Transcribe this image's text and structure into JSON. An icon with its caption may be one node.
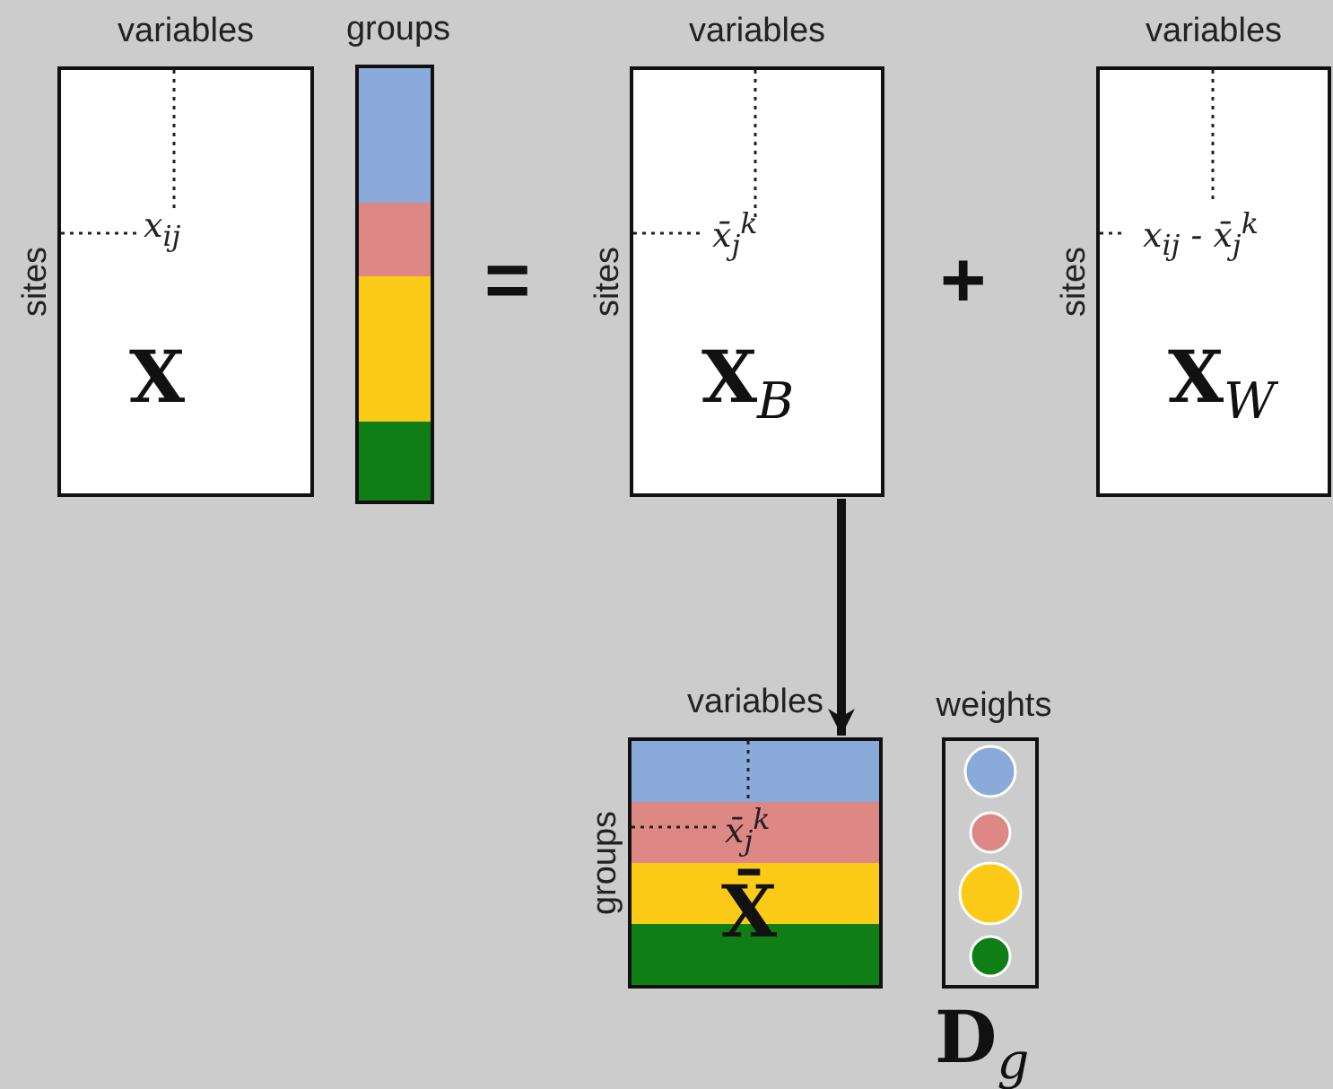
{
  "diagram": {
    "nodes": [
      {
        "text": [
          "variables",
          "sites",
          "x$_{ij}$",
          "X"
        ]
      },
      {
        "text": [
          "groups"
        ]
      },
      {
        "text": [
          "variables",
          "sites",
          "x̄$_{j}$$^{k}$",
          "X$_{B}$"
        ]
      },
      {
        "text": [
          "variables",
          "sites",
          "x$_{ij}$ - x̄$_{j}$$^{k}$",
          "X$_{W}$"
        ]
      },
      {
        "text": [
          "variables",
          "groups",
          "x̄$_{j}$$^{k}$",
          "X̄"
        ]
      },
      {
        "text": [
          "weights",
          "D$_{g}$"
        ]
      }
    ],
    "edges": [
      {
        "from": 2,
        "to": 4,
        "arrow": "to"
      }
    ],
    "labels": [
      "=",
      "+"
    ]
  }
}
